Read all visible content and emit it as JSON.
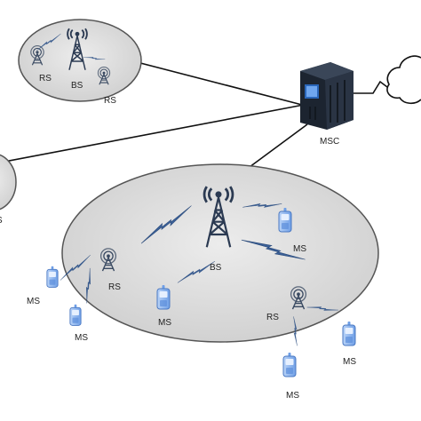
{
  "labels": {
    "rs": "RS",
    "bs": "BS",
    "ms": "MS",
    "msc": "MSC",
    "left_partial": "S"
  },
  "colors": {
    "cell_fill": "#d9d9d9",
    "cell_stroke": "#555555",
    "tower": "#2b3a52",
    "lightning": "#3a5f96",
    "device": "#8ab4f0",
    "server": "#1c2430",
    "link": "#111111"
  },
  "icons": [
    "tower-icon",
    "relay-station-icon",
    "mobile-station-icon",
    "server-icon",
    "cloud-icon",
    "lightning-icon"
  ]
}
